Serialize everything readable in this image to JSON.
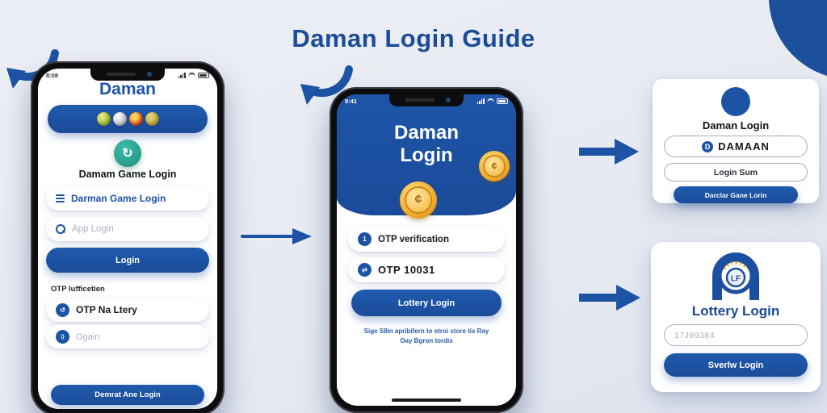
{
  "title": "Daman Login Guide",
  "phone1": {
    "status_time": "8:08",
    "app_title": "Daman",
    "game_logo_label": "Damam Game Login",
    "game_login_field": "Darman Game Login",
    "app_login_placeholder": "App Login",
    "login_button": "Login",
    "otp_section_label": "OTP Iufficetien",
    "otp_lottery_field": "OTP Na Ltery",
    "login_placeholder": "Ogain",
    "bottom_button": "Demrat Ane Login"
  },
  "phone2": {
    "status_time": "9:41",
    "title_line1": "Daman",
    "title_line2": "Login",
    "otp_verification_field": "OTP verification",
    "otp_code_field": "OTP 10031",
    "lottery_login_button": "Lottery Login",
    "note_line1": "Sige S8in apribifern to etroi store tis Ray",
    "note_line2": "Oay Bgron tordis"
  },
  "panel_daman": {
    "title": "Daman Login",
    "brand_field": "DAMAAN",
    "login_sum_field": "Login Sum",
    "button": "Darclar Gane Lorin"
  },
  "panel_lottery": {
    "title": "Lottery Login",
    "input_value": "17J99384",
    "button": "Sverlw Login"
  },
  "glyphs": {
    "refresh": "↻",
    "d_letter": "D",
    "one": "1",
    "exchange": "⇄",
    "lottery_circle": "↺",
    "power": "()",
    "coin_cent": "¢",
    "lottery_logo_text": "LF"
  },
  "icons": {
    "phone1_banner_balls": [
      "green-ball",
      "silver-ball",
      "red-ball",
      "gold-ball"
    ]
  },
  "colors": {
    "primary_blue": "#1d53a4",
    "title_blue": "#1c4c97",
    "teal": "#2ba391",
    "coin_gold": "#f2a92c",
    "background": "#e8eaf2"
  }
}
